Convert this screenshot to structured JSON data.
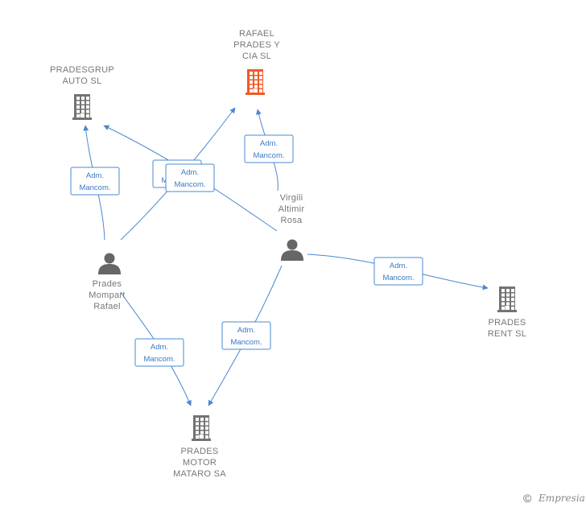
{
  "colors": {
    "company": "#737373",
    "company_highlight": "#f05a28",
    "person": "#666666",
    "edge": "#4a88d0",
    "label": "#777777"
  },
  "nodes": [
    {
      "id": "rafael-prades-y-cia-sl",
      "type": "company",
      "highlight": true,
      "label_lines": [
        "RAFAEL",
        "PRADES Y",
        "CIA SL"
      ],
      "icon": "building-icon"
    },
    {
      "id": "pradesgrup-auto-sl",
      "type": "company",
      "highlight": false,
      "label_lines": [
        "PRADESGRUP",
        "AUTO SL"
      ],
      "icon": "building-icon"
    },
    {
      "id": "virgili-altimir-rosa",
      "type": "person",
      "highlight": false,
      "label_lines": [
        "Virgili",
        "Altimir",
        "Rosa"
      ],
      "icon": "person-icon"
    },
    {
      "id": "prades-mompart-rafael",
      "type": "person",
      "highlight": false,
      "label_lines": [
        "Prades",
        "Mompart",
        "Rafael"
      ],
      "icon": "person-icon"
    },
    {
      "id": "prades-rent-sl",
      "type": "company",
      "highlight": false,
      "label_lines": [
        "PRADES",
        "RENT SL"
      ],
      "icon": "building-icon"
    },
    {
      "id": "prades-motor-mataro-sa",
      "type": "company",
      "highlight": false,
      "label_lines": [
        "PRADES",
        "MOTOR",
        "MATARO SA"
      ],
      "icon": "building-icon"
    }
  ],
  "edges": [
    {
      "from": "prades-mompart-rafael",
      "to": "pradesgrup-auto-sl",
      "label_lines": [
        "Adm.",
        "Mancom."
      ]
    },
    {
      "from": "virgili-altimir-rosa",
      "to": "pradesgrup-auto-sl",
      "label_lines": [
        "Adm.",
        "Mancom."
      ]
    },
    {
      "from": "prades-mompart-rafael",
      "to": "rafael-prades-y-cia-sl",
      "label_lines": [
        "Adm.",
        "Mancom."
      ]
    },
    {
      "from": "virgili-altimir-rosa",
      "to": "rafael-prades-y-cia-sl",
      "label_lines": [
        "Adm.",
        "Mancom."
      ]
    },
    {
      "from": "virgili-altimir-rosa",
      "to": "prades-rent-sl",
      "label_lines": [
        "Adm.",
        "Mancom."
      ]
    },
    {
      "from": "prades-mompart-rafael",
      "to": "prades-motor-mataro-sa",
      "label_lines": [
        "Adm.",
        "Mancom."
      ]
    },
    {
      "from": "virgili-altimir-rosa",
      "to": "prades-motor-mataro-sa",
      "label_lines": [
        "Adm.",
        "Mancom."
      ]
    }
  ],
  "footer": {
    "copyright_symbol": "©",
    "brand": "Empresia"
  }
}
